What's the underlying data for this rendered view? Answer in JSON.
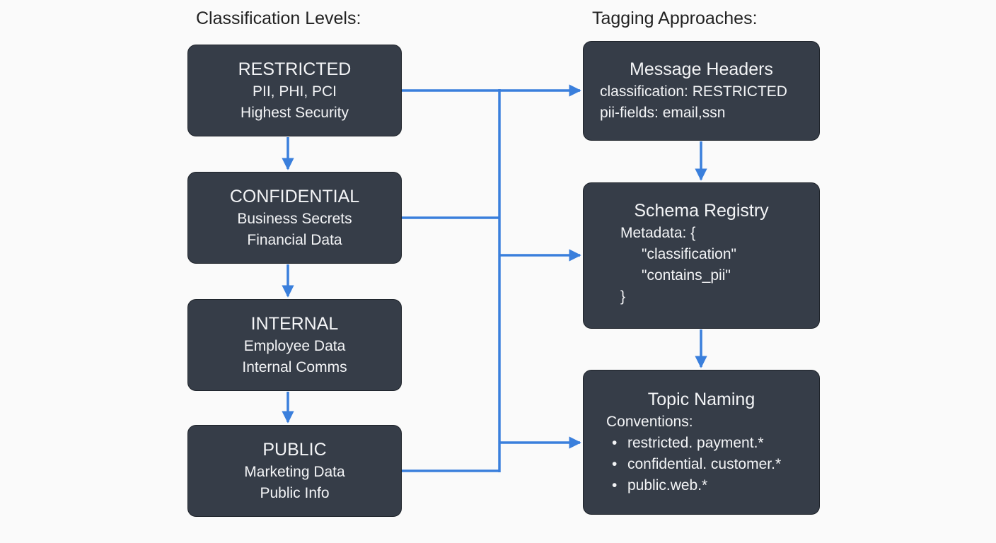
{
  "headings": {
    "left": "Classification Levels:",
    "right": "Tagging Approaches:"
  },
  "levels": [
    {
      "title": "RESTRICTED",
      "lines": [
        "PII, PHI, PCI",
        "Highest Security"
      ]
    },
    {
      "title": "CONFIDENTIAL",
      "lines": [
        "Business Secrets",
        "Financial Data"
      ]
    },
    {
      "title": "INTERNAL",
      "lines": [
        "Employee Data",
        "Internal Comms"
      ]
    },
    {
      "title": "PUBLIC",
      "lines": [
        "Marketing Data",
        "Public Info"
      ]
    }
  ],
  "approaches": {
    "headers": {
      "title": "Message Headers",
      "lines": [
        "classification: RESTRICTED",
        "pii-fields: email,ssn"
      ]
    },
    "schema": {
      "title": "Schema Registry",
      "lines": [
        "Metadata: {",
        "\"classification\"",
        "\"contains_pii\"",
        "}"
      ]
    },
    "topic": {
      "title": "Topic Naming",
      "intro": "Conventions:",
      "bullets": [
        "restricted. payment.*",
        "confidential. customer.*",
        "public.web.*"
      ]
    }
  },
  "colors": {
    "box_fill": "#363d48",
    "box_text": "#f3f4f6",
    "connector": "#3a7fdc",
    "background": "#fafafa"
  }
}
